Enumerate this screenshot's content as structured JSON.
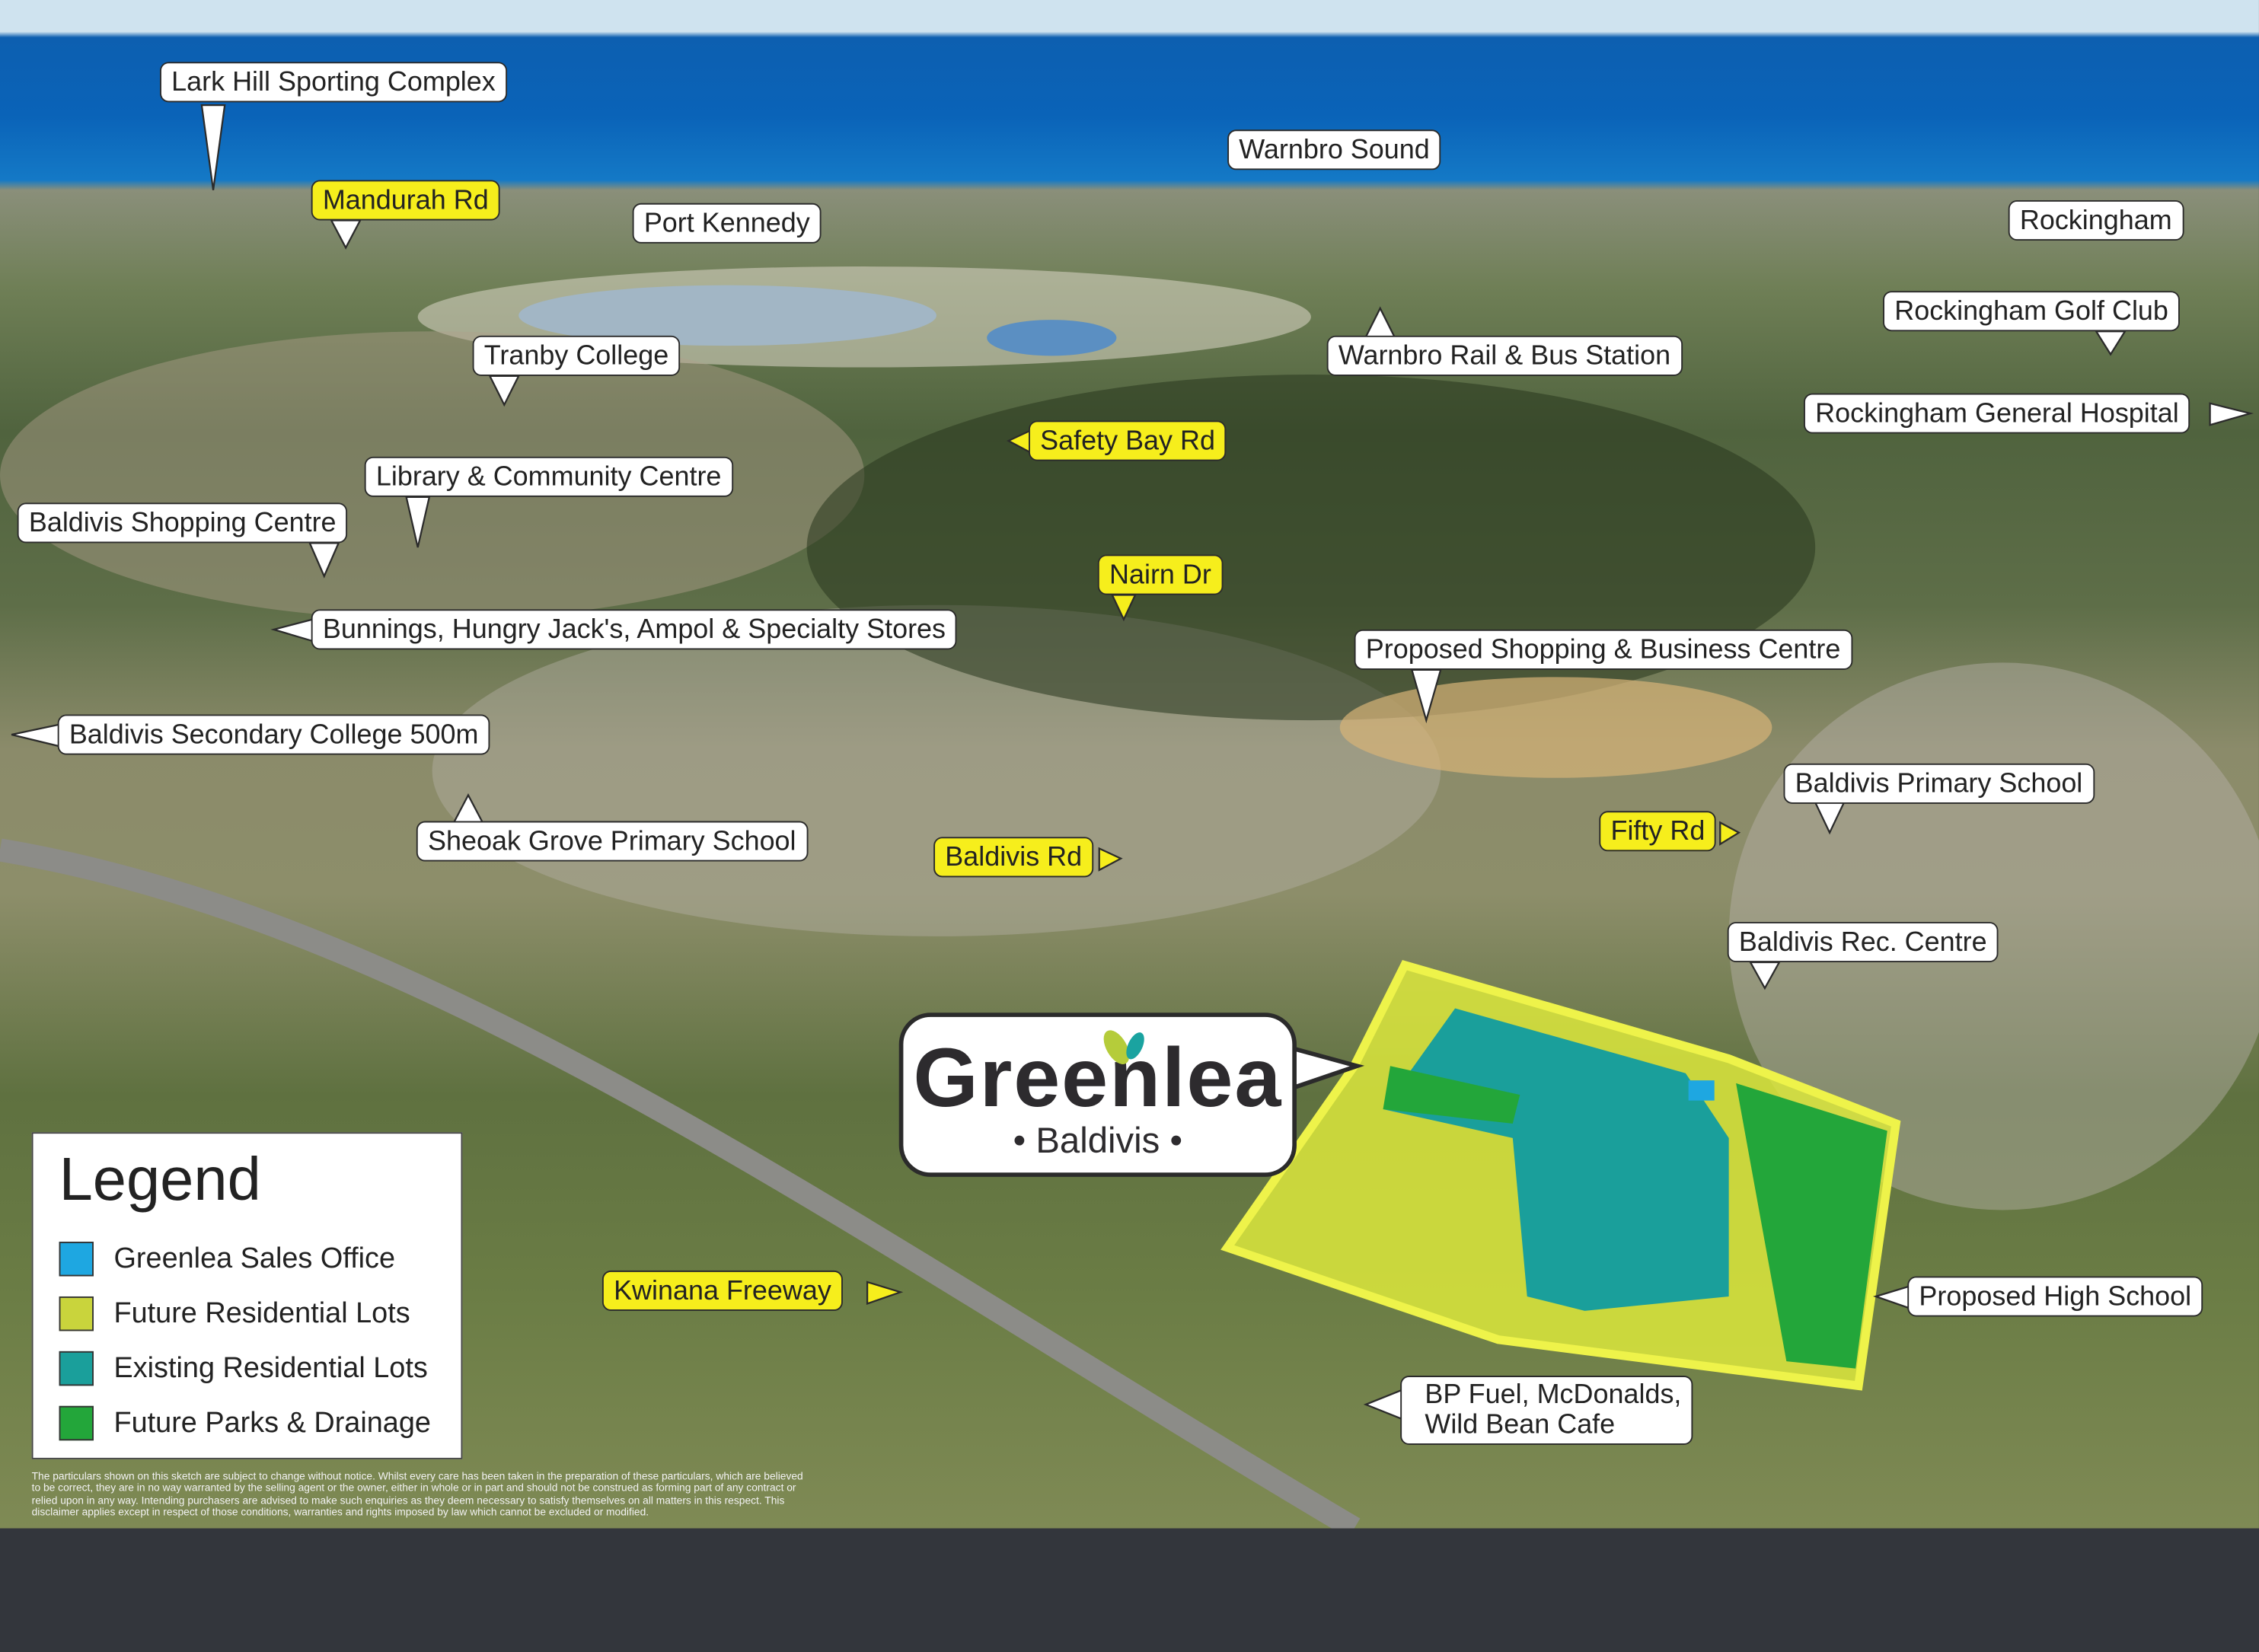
{
  "labels": {
    "lark_hill": "Lark Hill Sporting Complex",
    "warnbro_sound": "Warnbro Sound",
    "mandurah_rd": "Mandurah Rd",
    "port_kennedy": "Port Kennedy",
    "rockingham": "Rockingham",
    "rockingham_golf": "Rockingham Golf Club",
    "tranby": "Tranby College",
    "warnbro_station": "Warnbro Rail & Bus Station",
    "rockingham_hospital": "Rockingham General Hospital",
    "safety_bay_rd": "Safety Bay Rd",
    "library": "Library & Community Centre",
    "baldivis_shopping": "Baldivis Shopping Centre",
    "nairn_dr": "Nairn Dr",
    "bunnings": "Bunnings, Hungry Jack's, Ampol & Specialty Stores",
    "proposed_shopping": "Proposed Shopping  & Business Centre",
    "secondary_college": "Baldivis Secondary College 500m",
    "primary_school": "Baldivis Primary School",
    "sheoak": "Sheoak Grove Primary School",
    "fifty_rd": "Fifty Rd",
    "baldivis_rd": "Baldivis Rd",
    "rec_centre": "Baldivis Rec. Centre",
    "kwinana": "Kwinana Freeway",
    "high_school": "Proposed High School",
    "bp_line1": "BP Fuel, McDonalds,",
    "bp_line2": "Wild Bean Cafe"
  },
  "logo": {
    "name": "Greenlea",
    "suburb": "• Baldivis •"
  },
  "legend": {
    "title": "Legend",
    "items": [
      {
        "label": "Greenlea Sales Office",
        "color": "#1ea7e1"
      },
      {
        "label": "Future Residential Lots",
        "color": "#c9d43c"
      },
      {
        "label": "Existing Residential Lots",
        "color": "#1a9f9b"
      },
      {
        "label": "Future Parks & Drainage",
        "color": "#23a63a"
      }
    ]
  },
  "disclaimer": "The particulars shown on this sketch are subject to change without notice. Whilst every care has been taken in the preparation of these particulars, which are believed to be correct, they are in no way warranted by the selling agent or the owner, either in whole or in part and should not be construed as forming part of any contract or relied upon in any way. Intending purchasers are advised to make such enquiries as they deem necessary to satisfy themselves on all matters in this respect. This disclaimer applies except in respect of those conditions, warranties and rights imposed by law which cannot be excluded or modified.",
  "colors": {
    "road_label": "#f6ee1c",
    "place_label": "#ffffff",
    "site_outline": "#e8f03a"
  }
}
